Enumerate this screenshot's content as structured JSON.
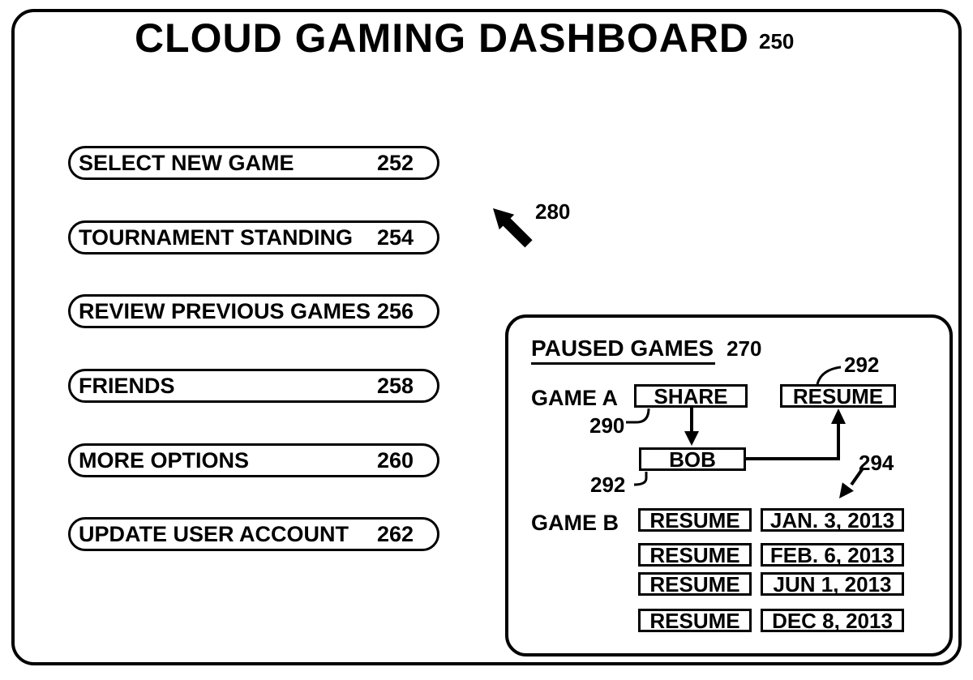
{
  "title": "CLOUD GAMING DASHBOARD",
  "title_ref": "250",
  "menu": {
    "items": [
      {
        "label": "SELECT NEW GAME",
        "ref": "252"
      },
      {
        "label": "TOURNAMENT STANDING",
        "ref": "254"
      },
      {
        "label": "REVIEW PREVIOUS GAMES",
        "ref": "256"
      },
      {
        "label": "FRIENDS",
        "ref": "258"
      },
      {
        "label": "MORE OPTIONS",
        "ref": "260"
      },
      {
        "label": "UPDATE USER ACCOUNT",
        "ref": "262"
      }
    ]
  },
  "cursor": {
    "icon": "cursor-arrow-icon",
    "ref": "280"
  },
  "paused_games": {
    "heading": "PAUSED GAMES",
    "heading_ref": "270",
    "game_a": {
      "label": "GAME A",
      "share_button": "SHARE",
      "share_ref": "290",
      "resume_button": "RESUME",
      "resume_ref": "292",
      "friend_box": "BOB",
      "friend_ref": "292",
      "date_ref": "294"
    },
    "game_b": {
      "label": "GAME B",
      "rows": [
        {
          "button": "RESUME",
          "date": "JAN. 3, 2013"
        },
        {
          "button": "RESUME",
          "date": "FEB. 6, 2013"
        },
        {
          "button": "RESUME",
          "date": "JUN 1, 2013"
        },
        {
          "button": "RESUME",
          "date": "DEC 8, 2013"
        }
      ]
    }
  },
  "colors": {
    "ink": "#000000",
    "canvas": "#ffffff"
  }
}
